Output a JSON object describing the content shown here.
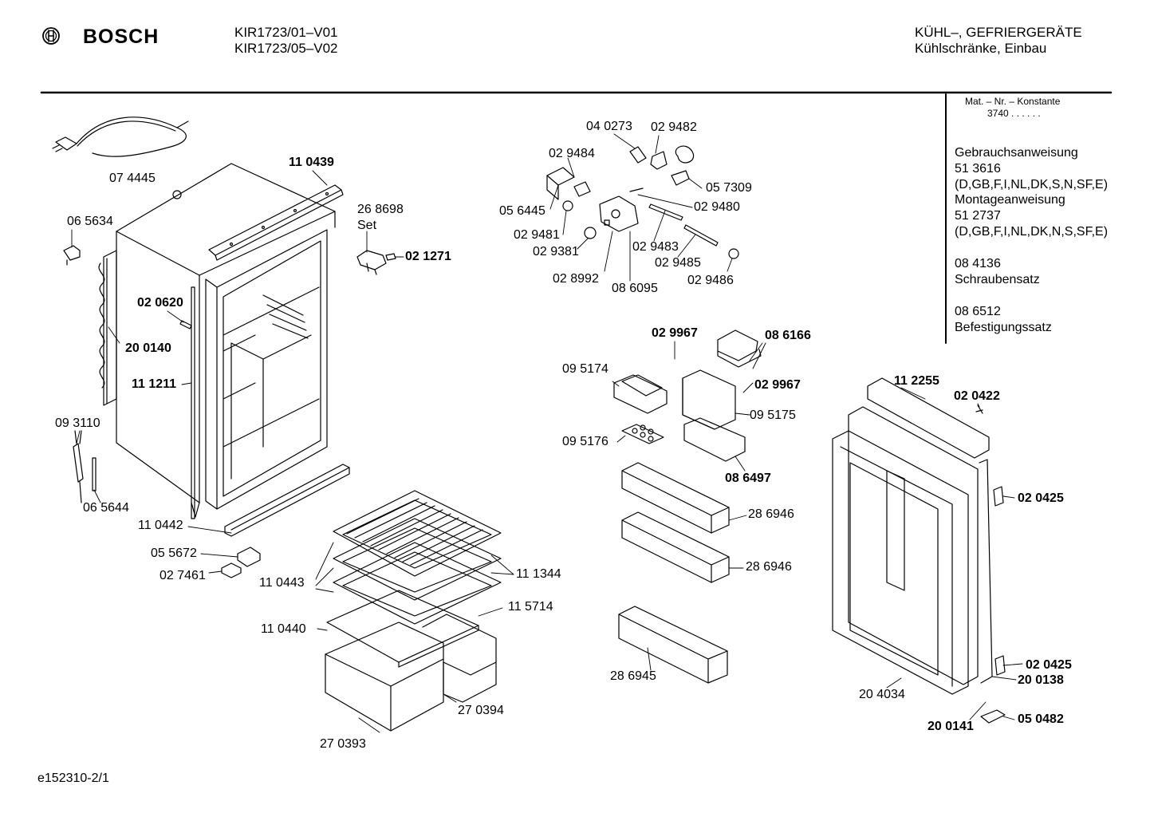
{
  "header": {
    "brand": "BOSCH",
    "models": [
      "KIR1723/01–V01",
      "KIR1723/05–V02"
    ],
    "category": "KÜHL–, GEFRIERGERÄTE",
    "subcategory": "Kühlschränke, Einbau"
  },
  "sidebar": {
    "mat_nr_label": "Mat. – Nr. – Konstante",
    "mat_nr_value": "3740  .  .  .  .  .  .",
    "docs": [
      "Gebrauchsanweisung",
      "51 3616",
      "(D,GB,F,I,NL,DK,S,N,SF,E)",
      "Montageanweisung",
      "51 2737",
      "(D,GB,F,I,NL,DK,N,S,SF,E)",
      "",
      "08 4136",
      "Schraubensatz",
      "",
      "08 6512",
      "Befestigungssatz"
    ]
  },
  "parts": {
    "p074445": "07 4445",
    "p110439": "11 0439",
    "p065634": "06 5634",
    "p268698": "26 8698",
    "set": "Set",
    "p021271": "02 1271",
    "p020620": "02 0620",
    "p200140": "20 0140",
    "p111211": "11 1211",
    "p093110": "09 3110",
    "p065644": "06 5644",
    "p110442": "11 0442",
    "p055672": "05 5672",
    "p027461": "02 7461",
    "p110443": "11 0443",
    "p111344": "11 1344",
    "p115714": "11 5714",
    "p110440": "11 0440",
    "p270394": "27 0394",
    "p270393": "27 0393",
    "p040273": "04 0273",
    "p029482": "02 9482",
    "p029484": "02 9484",
    "p056445": "05 6445",
    "p057309": "05 7309",
    "p029480": "02 9480",
    "p029481": "02 9481",
    "p029381": "02 9381",
    "p029483": "02 9483",
    "p029485": "02 9485",
    "p028992": "02 8992",
    "p086095": "08 6095",
    "p029486": "02 9486",
    "p029967a": "02 9967",
    "p086166": "08 6166",
    "p095174": "09 5174",
    "p029967b": "02 9967",
    "p095175": "09 5175",
    "p095176": "09 5176",
    "p086497": "08 6497",
    "p286946a": "28 6946",
    "p286946b": "28 6946",
    "p286945": "28 6945",
    "p112255": "11 2255",
    "p020422": "02 0422",
    "p020425a": "02 0425",
    "p020425b": "02 0425",
    "p200138": "20 0138",
    "p204034": "20 4034",
    "p200141": "20 0141",
    "p050482": "05 0482"
  },
  "footer": {
    "code": "e152310-2/1"
  }
}
